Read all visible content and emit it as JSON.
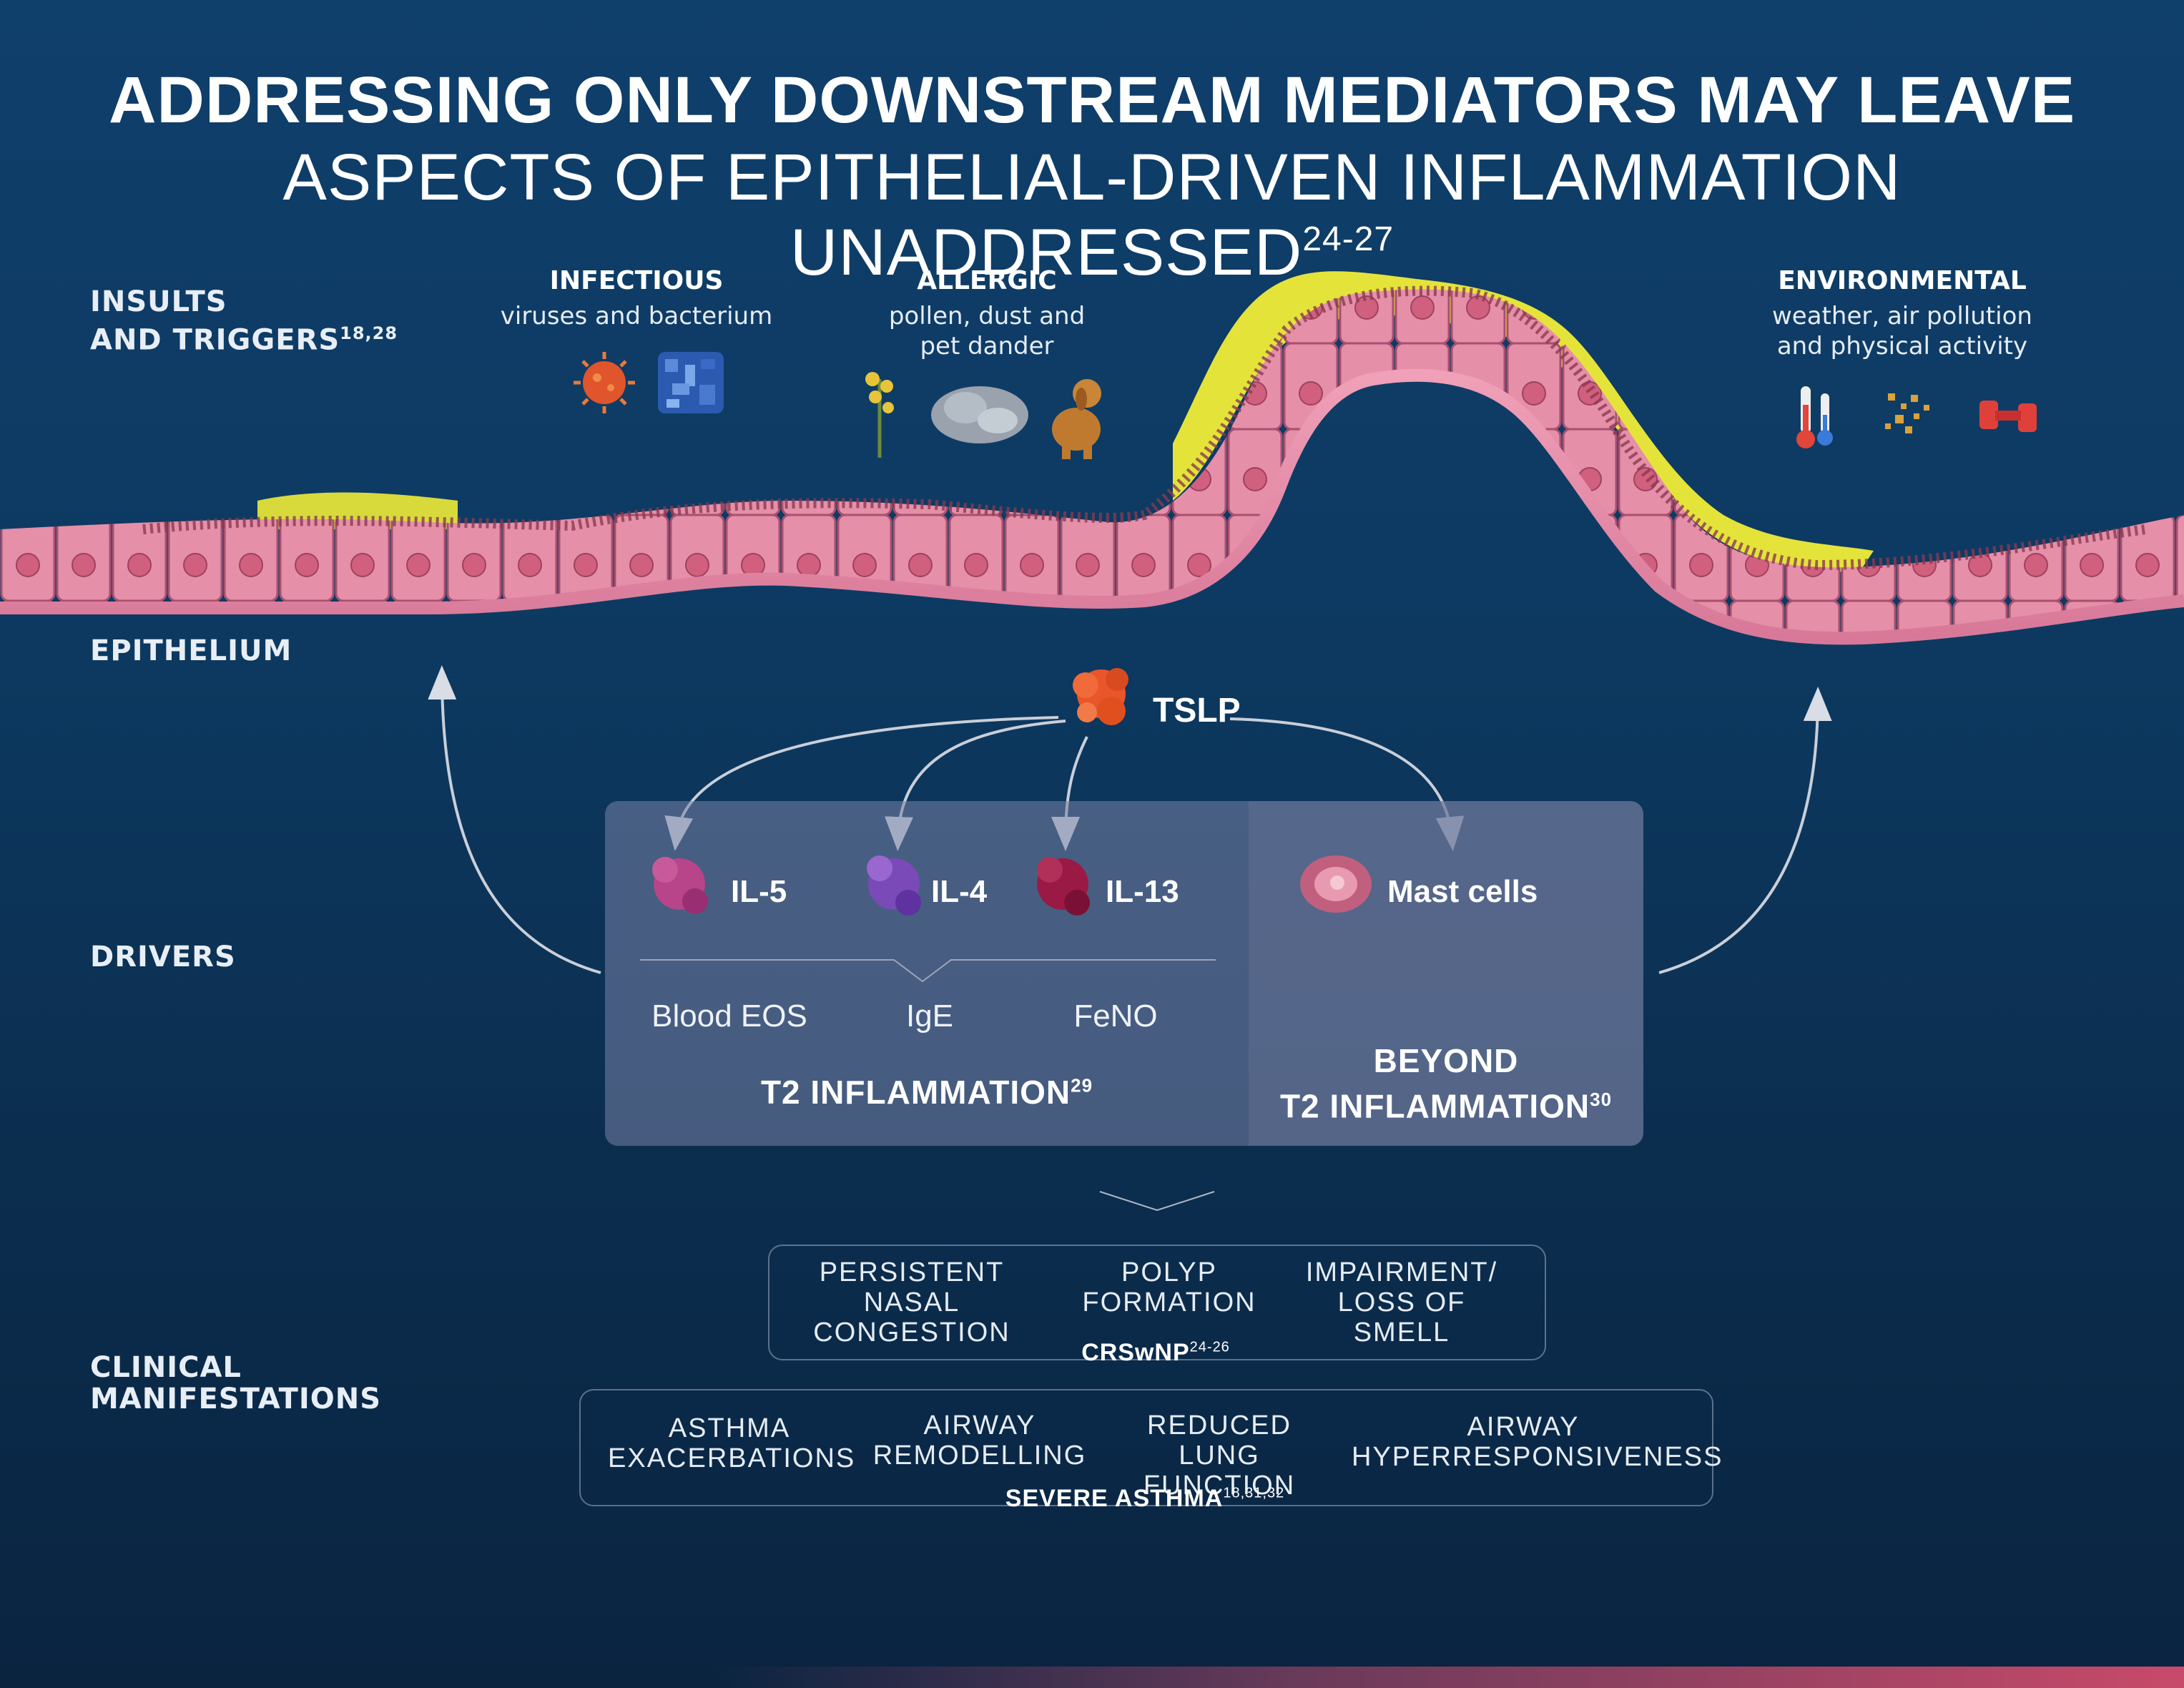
{
  "title": {
    "line1": "ADDRESSING ONLY DOWNSTREAM MEDIATORS MAY LEAVE",
    "line2": "ASPECTS OF EPITHELIAL-DRIVEN INFLAMMATION UNADDRESSED",
    "line2_ref": "24-27"
  },
  "sections": {
    "insults_line1": "INSULTS",
    "insults_line2": "AND TRIGGERS",
    "insults_ref": "18,28",
    "epithelium": "EPITHELIUM",
    "drivers": "DRIVERS",
    "clinical_line1": "CLINICAL",
    "clinical_line2": "MANIFESTATIONS"
  },
  "triggers": {
    "infectious": {
      "title": "INFECTIOUS",
      "desc": "viruses and bacterium"
    },
    "allergic": {
      "title": "ALLERGIC",
      "desc_line1": "pollen, dust and",
      "desc_line2": "pet dander"
    },
    "environmental": {
      "title": "ENVIRONMENTAL",
      "desc_line1": "weather, air pollution",
      "desc_line2": "and physical activity"
    }
  },
  "tslp": "TSLP",
  "drivers": {
    "il5": "IL-5",
    "il4": "IL-4",
    "il13": "IL-13",
    "mast": "Mast cells",
    "markers": [
      "Blood EOS",
      "IgE",
      "FeNO"
    ],
    "t2": "T2 INFLAMMATION",
    "t2_ref": "29",
    "beyond_line1": "BEYOND",
    "beyond_line2": "T2 INFLAMMATION",
    "beyond_ref": "30"
  },
  "crswnp": {
    "items": [
      {
        "line1": "PERSISTENT NASAL",
        "line2": "CONGESTION"
      },
      {
        "line1": "POLYP",
        "line2": "FORMATION"
      },
      {
        "line1": "IMPAIRMENT/",
        "line2": "LOSS OF SMELL"
      }
    ],
    "title": "CRSwNP",
    "ref": "24-26"
  },
  "asthma": {
    "items": [
      {
        "line1": "ASTHMA",
        "line2": "EXACERBATIONS"
      },
      {
        "line1": "AIRWAY",
        "line2": "REMODELLING"
      },
      {
        "line1": "REDUCED LUNG",
        "line2": "FUNCTION"
      },
      {
        "line1": "AIRWAY",
        "line2": "HYPERRESPONSIVENESS"
      }
    ],
    "title": "SEVERE ASTHMA",
    "ref": "18,31,32"
  },
  "colors": {
    "background": "#0d3a62",
    "epithelium_pink": "#e58fa8",
    "mucus_yellow": "#e4e33a",
    "tslp_orange": "#e8562a",
    "il5_magenta": "#b8448a",
    "il4_purple": "#7a4ab8",
    "il13_crimson": "#9a1a45"
  },
  "icons": [
    "virus-icon",
    "bacterium-icon",
    "pollen-plant-icon",
    "dust-icon",
    "dog-icon",
    "thermometer-icon",
    "pollution-particles-icon",
    "dumbbell-icon"
  ]
}
